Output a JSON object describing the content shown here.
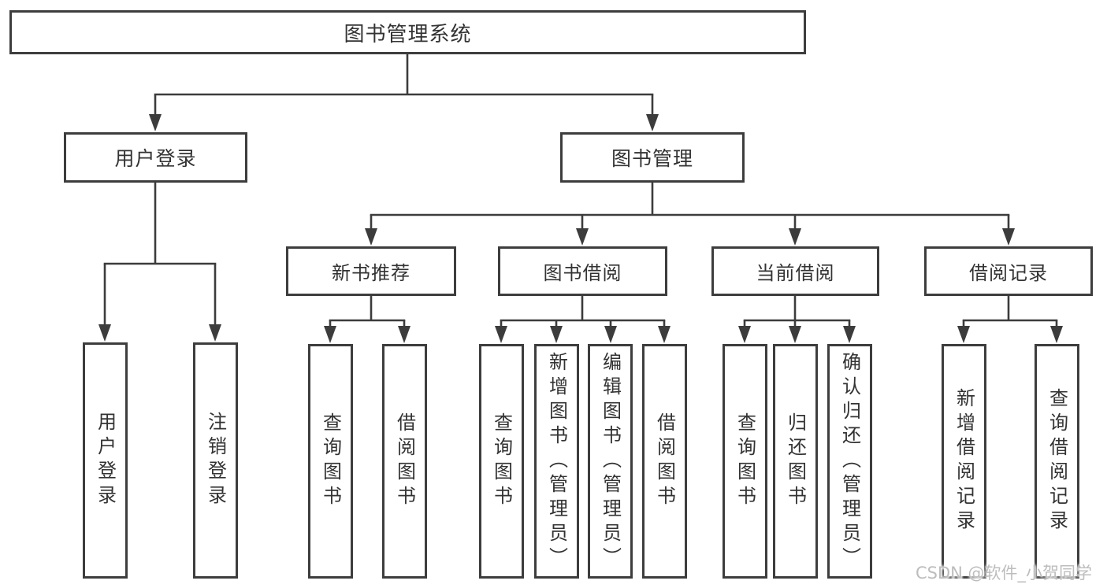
{
  "tree": {
    "root": {
      "label": "图书管理系统"
    },
    "branches": [
      {
        "label": "用户登录",
        "children": [
          {
            "label": "用户登录"
          },
          {
            "label": "注销登录"
          }
        ]
      },
      {
        "label": "图书管理",
        "children": [
          {
            "label": "新书推荐",
            "children": [
              {
                "label": "查询图书"
              },
              {
                "label": "借阅图书"
              }
            ]
          },
          {
            "label": "图书借阅",
            "children": [
              {
                "label": "查询图书"
              },
              {
                "label": "新增图书（管理员）"
              },
              {
                "label": "编辑图书（管理员）"
              },
              {
                "label": "借阅图书"
              }
            ]
          },
          {
            "label": "当前借阅",
            "children": [
              {
                "label": "查询图书"
              },
              {
                "label": "归还图书"
              },
              {
                "label": "确认归还（管理员）"
              }
            ]
          },
          {
            "label": "借阅记录",
            "children": [
              {
                "label": "新增借阅记录"
              },
              {
                "label": "查询借阅记录"
              }
            ]
          }
        ]
      }
    ]
  },
  "watermark": {
    "text": "CSDN @软件_小贺同学"
  },
  "colors": {
    "line": "#3c3c3c",
    "box_border": "#3d3d3d",
    "text": "#333333",
    "background": "#ffffff",
    "watermark": "#bdbdbd"
  }
}
